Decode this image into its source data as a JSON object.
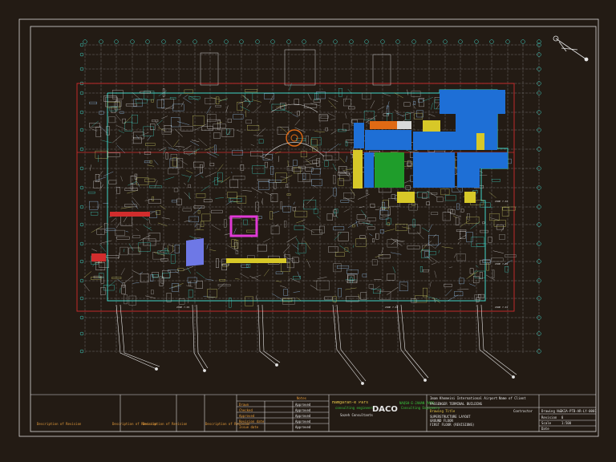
{
  "title_block": {
    "client_name": "Name of Client",
    "project_title": "Imam Khomeini International Airport",
    "drawing_title": "PASSENGER TERMINAL BUILDING",
    "drawing_title_label": "Drawing Title",
    "drawing_subtitle_1": "SUPERSTRUCTURE LAYOUT",
    "drawing_subtitle_2": "GROUND FLOOR",
    "drawing_subtitle_3": "FIRST FLOOR (REVISIONS)",
    "drawing_no_label": "Drawing No.",
    "drawing_no": "IKIA-PTB-AR-LY-0001",
    "revision_label": "Revision",
    "revision": "0",
    "scale_label": "Scale",
    "scale": "1:500",
    "date_label": "Date",
    "contractor_label": "Contractor",
    "contractor_name": "Sazeh Consultants",
    "designer_name": "NAQSH-E-JAHAN PARS",
    "designer_subtitle": "Consulting Engineers",
    "logo_text": "DACO",
    "consultant_name": "Hamgaran-e Pars",
    "consultant_subtitle": "consulting engineers",
    "rev_table_heading": "Notes",
    "rev_rows": [
      {
        "label": "Drawn",
        "value": "Approved"
      },
      {
        "label": "Checked",
        "value": "Approved"
      },
      {
        "label": "Approved",
        "value": "Approved"
      },
      {
        "label": "Revision date",
        "value": "Approved"
      },
      {
        "label": "Issue date",
        "value": "Approved"
      }
    ],
    "revision_columns": [
      "Description of Revision",
      "Description of Revision",
      "Description of Revision",
      "Description of Revision"
    ]
  },
  "zone_labels": [
    "ZONE 7-04",
    "ZONE 7-02",
    "ZONE 7-01",
    "ZONE 7-03",
    "ZONE 7-05"
  ],
  "colors": {
    "background": "#231b14",
    "frame": "#d9d9d9",
    "zone_boundary_red": "#d12d2d",
    "grid_line": "#b9b9b9",
    "cyan_outline": "#3fd6c8",
    "blue_fill": "#1e6fd6",
    "green_fill": "#1f9d2b",
    "yellow_fill": "#d7c828",
    "orange_fill": "#e06a14",
    "magenta_fill": "#e03ad6",
    "stair_blue": "#6e78e6"
  }
}
